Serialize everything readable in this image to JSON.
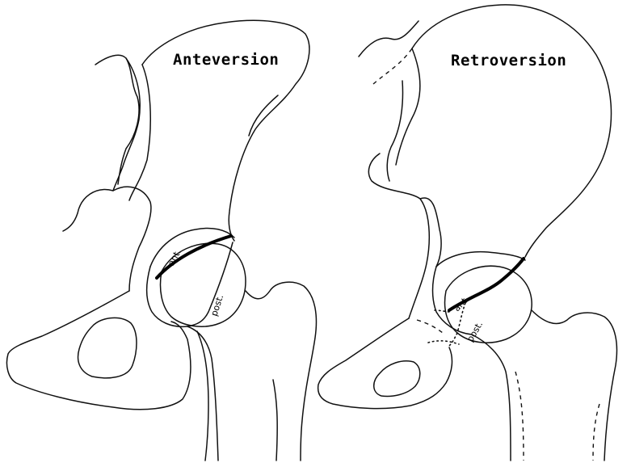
{
  "panels": [
    {
      "title": "Anteversion",
      "labels": {
        "anterior": "ant.",
        "posterior": "post."
      }
    },
    {
      "title": "Retroversion",
      "labels": {
        "anterior": "ant.",
        "posterior": "post."
      }
    }
  ]
}
